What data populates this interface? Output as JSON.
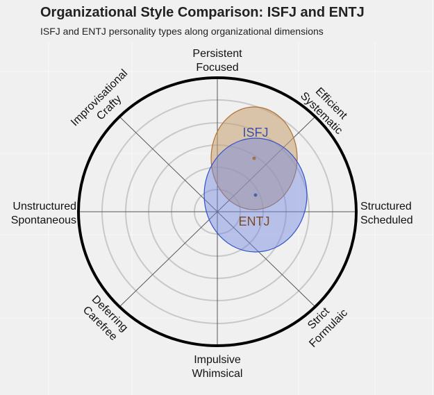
{
  "header": {
    "title": "Organizational Style Comparison: ISFJ and ENTJ",
    "subtitle": "ISFJ and ENTJ personality types along organizational dimensions"
  },
  "axes": {
    "top": [
      "Persistent",
      "Focused"
    ],
    "top_right": [
      "Efficient",
      "Systematic"
    ],
    "right": [
      "Structured",
      "Scheduled"
    ],
    "bottom_right": [
      "Strict",
      "Formulaic"
    ],
    "bottom": [
      "Impulsive",
      "Whimsical"
    ],
    "bottom_left": [
      "Deferring",
      "Carefree"
    ],
    "left": [
      "Unstructured",
      "Spontaneous"
    ],
    "top_left": [
      "Improvisational",
      "Crafty"
    ]
  },
  "series": [
    {
      "name": "ISFJ",
      "label_color": "#3a4fb0",
      "fill": "#c8a070",
      "stroke": "#b07030",
      "dot": "#a07050"
    },
    {
      "name": "ENTJ",
      "label_color": "#7a4a22",
      "fill": "#6f86e0",
      "stroke": "#3050c8",
      "dot": "#5060b0"
    }
  ],
  "chart_data": {
    "type": "radar-ellipse",
    "title": "Organizational Style Comparison: ISFJ and ENTJ",
    "subtitle": "ISFJ and ENTJ personality types along organizational dimensions",
    "axes": [
      "Persistent / Focused",
      "Efficient / Systematic",
      "Structured / Scheduled",
      "Strict / Formulaic",
      "Impulsive / Whimsical",
      "Deferring / Carefree",
      "Unstructured / Spontaneous",
      "Improvisational / Crafty"
    ],
    "rings": 6,
    "range": [
      0,
      6
    ],
    "series": [
      {
        "name": "ISFJ",
        "center_x": 1.6,
        "center_y": 2.4,
        "radius_x": 1.9,
        "radius_y": 2.3,
        "color": "#c8a070"
      },
      {
        "name": "ENTJ",
        "center_x": 1.7,
        "center_y": 0.7,
        "radius_x": 2.2,
        "radius_y": 2.5,
        "color": "#6f86e0"
      }
    ],
    "legend": "inline labels"
  }
}
